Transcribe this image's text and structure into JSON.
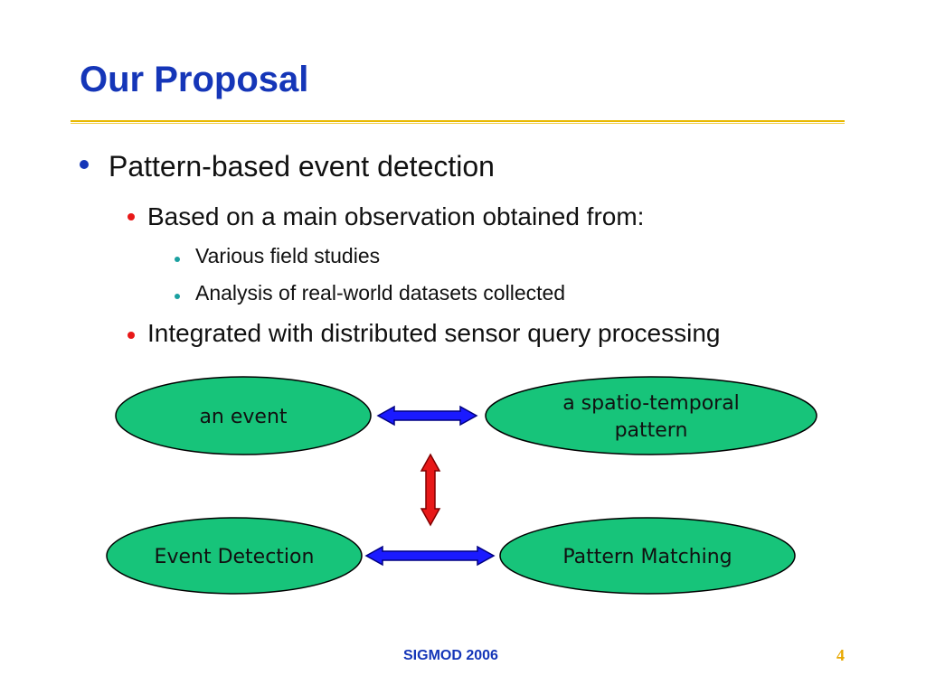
{
  "title": "Our Proposal",
  "bullets": {
    "level1": "Pattern-based event detection",
    "level2_a": "Based on a main observation obtained from:",
    "level3_a": "Various field studies",
    "level3_b": "Analysis of real-world datasets collected",
    "level2_b": "Integrated with distributed sensor query processing"
  },
  "diagram": {
    "ellipse_event": "an event",
    "ellipse_pattern_line1": "a spatio-temporal",
    "ellipse_pattern_line2": "pattern",
    "ellipse_detection": "Event Detection",
    "ellipse_matching": "Pattern Matching"
  },
  "footer": {
    "conference": "SIGMOD 2006",
    "page_number": "4"
  },
  "colors": {
    "title": "#1536b8",
    "rule": "#e8b800",
    "ellipse_fill": "#17c47a",
    "horizontal_arrow": "#1a1aff",
    "vertical_arrow": "#e81818",
    "bullet_level1": "#1536b8",
    "bullet_sub": "#e81818",
    "bullet_level3": "#1aa0a0"
  }
}
